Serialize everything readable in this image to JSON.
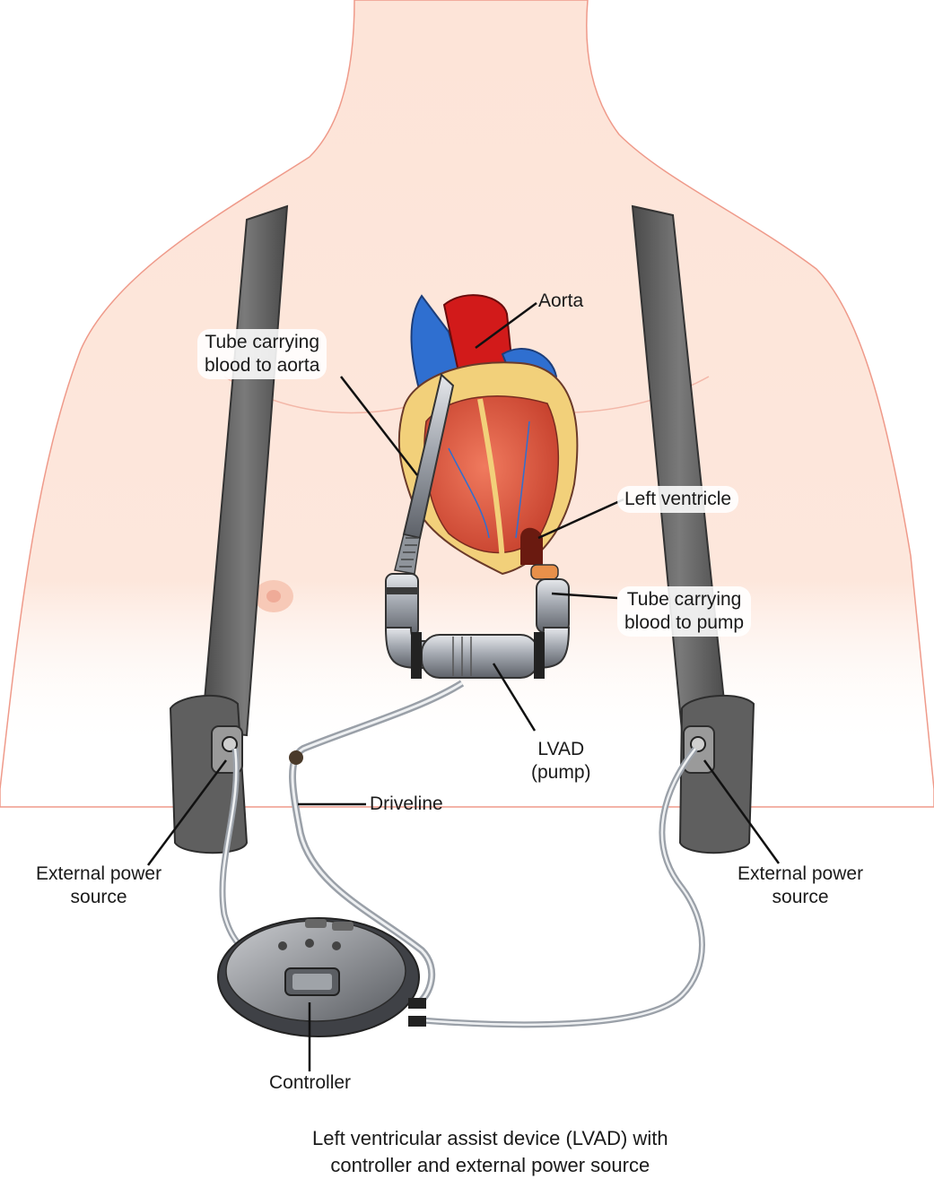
{
  "labels": {
    "aorta": "Aorta",
    "tube_aorta": [
      "Tube carrying",
      "blood to aorta"
    ],
    "left_ventricle": "Left ventricle",
    "tube_pump": [
      "Tube carrying",
      "blood to pump"
    ],
    "lvad": [
      "LVAD",
      "(pump)"
    ],
    "driveline": "Driveline",
    "ext_power_left": [
      "External power",
      "source"
    ],
    "ext_power_right": [
      "External power",
      "source"
    ],
    "controller": "Controller"
  },
  "caption": [
    "Left ventricular assist device (LVAD) with",
    "controller and external power source"
  ],
  "colors": {
    "skin": "#fde3d6",
    "skin_line": "#e88a7a",
    "strap": "#6b6b6b",
    "aorta": "#d21a1a",
    "vein": "#2f6fd0",
    "muscle": "#e0574a",
    "fat": "#f2d07a",
    "metal": "#8c9199"
  }
}
